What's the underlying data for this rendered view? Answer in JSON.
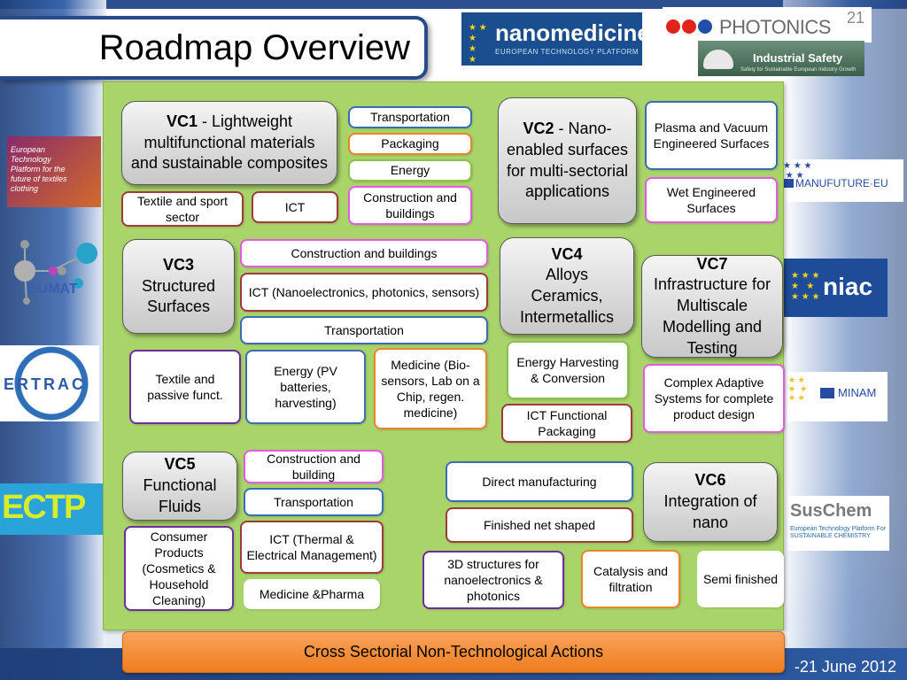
{
  "slide": {
    "title": "Roadmap Overview",
    "footer_date": "-21 June 2012"
  },
  "logos": {
    "nanomedicine": {
      "name": "nanomedicine",
      "tagline": "EUROPEAN TECHNOLOGY PLATFORM"
    },
    "photonics": {
      "name": "PHOTONICS",
      "sup": "21"
    },
    "industrial_safety": {
      "name": "Industrial Safety",
      "tagline": "Safety for Sustainable European Industry Growth"
    },
    "textiles": {
      "text": "European Technology Platform for the future of textiles clothing"
    },
    "eumat": {
      "name": "EUMAT"
    },
    "ertrac": {
      "name": "ERTRAC"
    },
    "ectp": {
      "name": "ECTP"
    },
    "manufuture": {
      "name": "MANUFUTURE·EU"
    },
    "niac": {
      "name": "niac"
    },
    "minam": {
      "name": "MINAM"
    },
    "suschem": {
      "name": "SusChem",
      "tagline": "European Technology Platform For SUSTAINABLE CHEMISTRY"
    }
  },
  "colors": {
    "panel_green": "#a9d46a",
    "accent_blue": "#2c4f8f",
    "cross_orange": "#ef7d1f"
  },
  "roadmap": {
    "vc1": {
      "code": "VC1",
      "title": " - Lightweight multifunctional materials and sustainable composites"
    },
    "vc1_items": {
      "transportation": "Transportation",
      "packaging": "Packaging",
      "energy": "Energy",
      "construction": "Construction and buildings",
      "textile": "Textile and sport sector",
      "ict": "ICT"
    },
    "vc2": {
      "code": "VC2",
      "title": " - Nano-enabled surfaces for multi-sectorial applications"
    },
    "vc2_items": {
      "plasma": "Plasma and Vacuum Engineered Surfaces",
      "wet": "Wet Engineered Surfaces"
    },
    "vc3": {
      "code": "VC3",
      "title": "Structured Surfaces"
    },
    "vc3_items": {
      "construction": "Construction and buildings",
      "ict": "ICT (Nanoelectronics, photonics, sensors)",
      "transportation": "Transportation",
      "textile": "Textile and passive funct.",
      "energy": "Energy (PV batteries, harvesting)",
      "medicine": "Medicine (Bio-sensors, Lab on a Chip, regen. medicine)"
    },
    "vc4": {
      "code": "VC4",
      "title": "Alloys Ceramics, Intermetallics"
    },
    "vc4_items": {
      "energy": "Energy Harvesting & Conversion",
      "ict": "ICT Functional Packaging"
    },
    "vc7": {
      "code": "VC7",
      "title": "Infrastructure for Multiscale Modelling and Testing"
    },
    "vc7_items": {
      "complex": "Complex Adaptive Systems for complete product design"
    },
    "vc5": {
      "code": "VC5",
      "title": "Functional Fluids"
    },
    "vc5_items": {
      "construction": "Construction and building",
      "transportation": "Transportation",
      "ict": "ICT (Thermal & Electrical Management)",
      "consumer": "Consumer Products (Cosmetics & Household Cleaning)",
      "medicine": "Medicine &Pharma"
    },
    "vc6": {
      "code": "VC6",
      "title": "Integration of nano"
    },
    "vc6_items": {
      "direct": "Direct manufacturing",
      "finished": "Finished net shaped",
      "structures": "3D structures for nanoelectronics & photonics",
      "catalysis": "Catalysis and filtration",
      "semi": "Semi finished"
    },
    "cross_sectorial": "Cross Sectorial Non-Technological Actions"
  }
}
